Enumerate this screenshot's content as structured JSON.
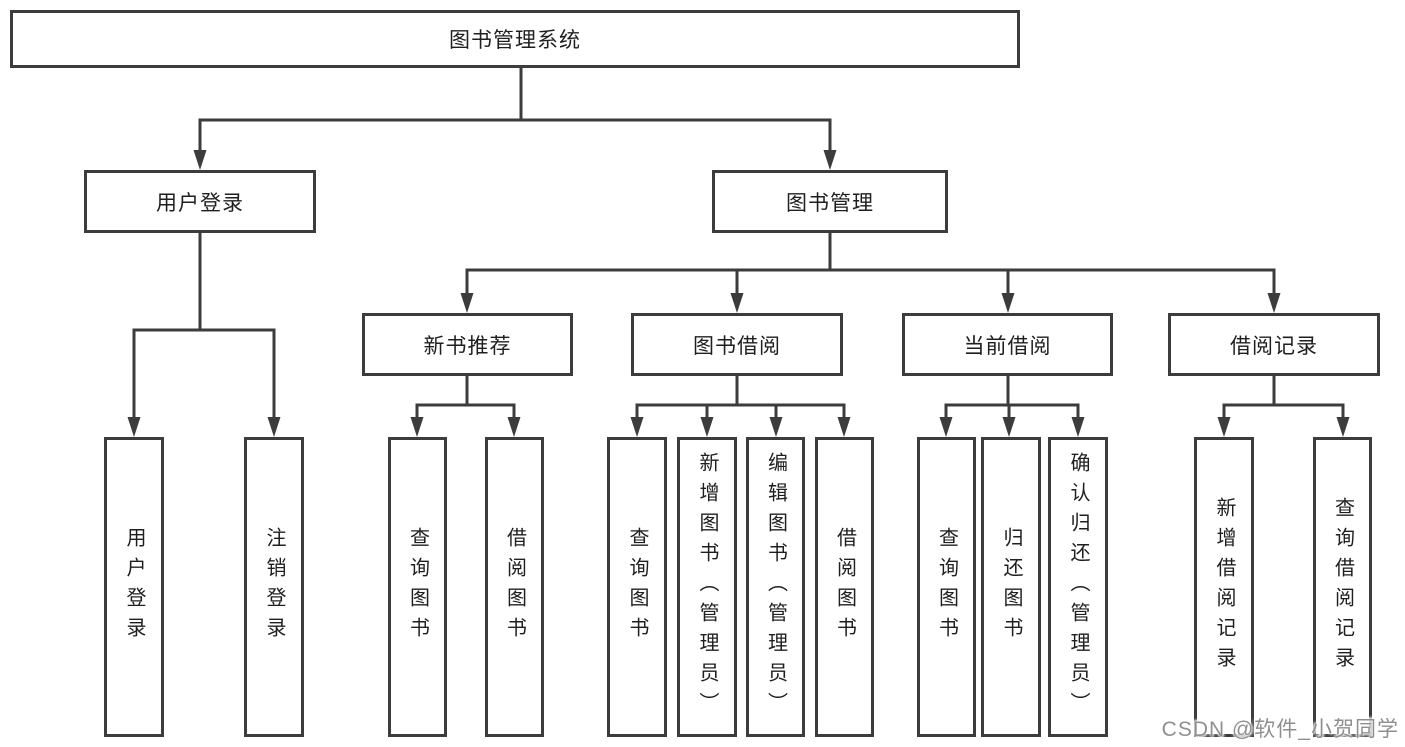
{
  "diagram": {
    "type": "tree",
    "root": "图书管理系统",
    "branches": [
      {
        "label": "用户登录",
        "children": [
          {
            "label": "用户登录"
          },
          {
            "label": "注销登录"
          }
        ]
      },
      {
        "label": "图书管理",
        "children": [
          {
            "label": "新书推荐",
            "children": [
              {
                "label": "查询图书"
              },
              {
                "label": "借阅图书"
              }
            ]
          },
          {
            "label": "图书借阅",
            "children": [
              {
                "label": "查询图书"
              },
              {
                "label": "新增图书（管理员）"
              },
              {
                "label": "编辑图书（管理员）"
              },
              {
                "label": "借阅图书"
              }
            ]
          },
          {
            "label": "当前借阅",
            "children": [
              {
                "label": "查询图书"
              },
              {
                "label": "归还图书"
              },
              {
                "label": "确认归还（管理员）"
              }
            ]
          },
          {
            "label": "借阅记录",
            "children": [
              {
                "label": "新增借阅记录"
              },
              {
                "label": "查询借阅记录"
              }
            ]
          }
        ]
      }
    ]
  },
  "watermark": {
    "text": "CSDN @软件_小贺同学"
  },
  "colors": {
    "background": "#ffffff",
    "line": "#3c3c3c",
    "box_border": "#3c3c3c",
    "node_text": "#1f1f1f",
    "watermark_text": "#8f8f8f"
  }
}
